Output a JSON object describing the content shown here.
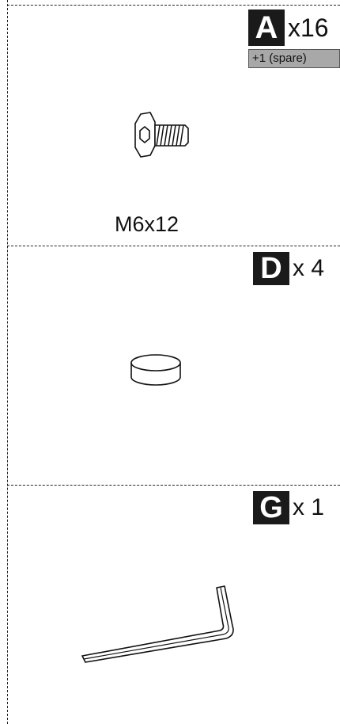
{
  "parts": [
    {
      "letter": "A",
      "quantity": "x16",
      "spare": "+1  (spare)",
      "caption": "M6x12",
      "icon": "hex-socket-bolt-icon"
    },
    {
      "letter": "D",
      "quantity": "x 4",
      "icon": "round-cap-icon"
    },
    {
      "letter": "G",
      "quantity": "x 1",
      "icon": "allen-key-icon"
    }
  ]
}
